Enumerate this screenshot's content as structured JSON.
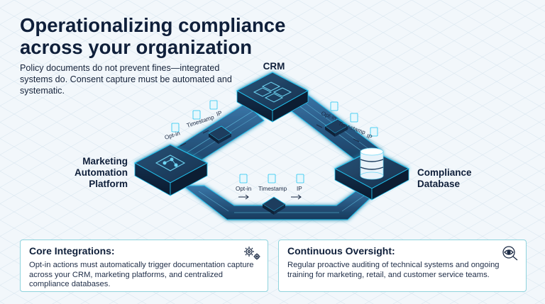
{
  "header": {
    "title_line1": "Operationalizing compliance",
    "title_line2": "across your organization",
    "intro": "Policy documents do not prevent fines—integrated systems do. Consent capture must be automated and systematic."
  },
  "diagram": {
    "nodes": {
      "crm": {
        "label": "CRM",
        "icon": "app-grid-icon"
      },
      "marketing": {
        "label_line1": "Marketing",
        "label_line2": "Automation",
        "label_line3": "Platform",
        "icon": "workflow-icon"
      },
      "database": {
        "label_line1": "Compliance",
        "label_line2": "Database",
        "icon": "database-icon"
      }
    },
    "flow_labels": {
      "left": {
        "optin": "Opt-in",
        "timestamp": "Timestamp",
        "ip": "IP"
      },
      "right": {
        "optin": "Opt-in",
        "timestamp": "Timestamp",
        "ip": "IP"
      },
      "bottom": {
        "optin": "Opt-in",
        "timestamp": "Timestamp",
        "ip": "IP"
      }
    }
  },
  "cards": {
    "core": {
      "title": "Core Integrations:",
      "body": "Opt-in actions must automatically trigger documentation capture across your CRM, marketing platforms, and centralized compliance databases.",
      "icon": "gears-icon"
    },
    "oversight": {
      "title": "Continuous Oversight:",
      "body": "Regular proactive auditing of technical systems and ongoing training for marketing, retail, and customer service teams.",
      "icon": "eye-magnifier-icon"
    }
  },
  "colors": {
    "navy": "#0f1f3a",
    "node_top": "#1d3d5e",
    "node_dark": "#0e2138",
    "glow": "#22c4f0",
    "track": "#2b5f8f",
    "card_border": "#8fd3dd"
  }
}
